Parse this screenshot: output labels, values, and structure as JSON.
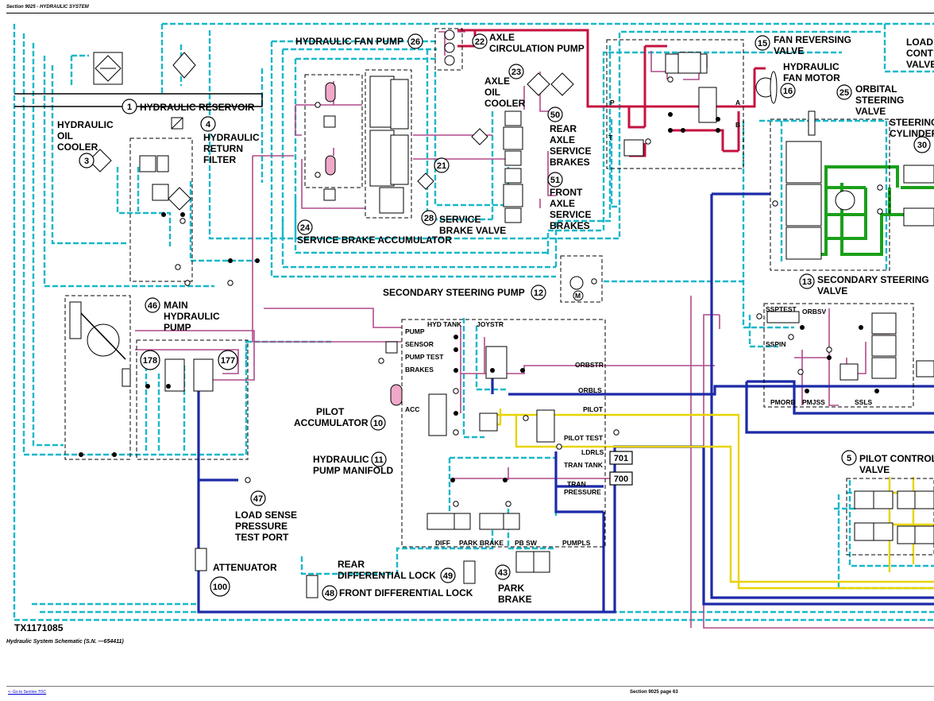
{
  "header": {
    "section_title": "Section 9025 - HYDRAULIC SYSTEM"
  },
  "footer": {
    "toc_link": "<- Go to Section TOC",
    "page_label": "Section 9025 page 63"
  },
  "figure": {
    "id": "TX1171085",
    "caption": "Hydraulic System Schematic (S.N. —654411)"
  },
  "colors": {
    "pilot": "#19b8c9",
    "load_sense": "#b04a8a",
    "pressure_red": "#c4133f",
    "steering_green": "#1aa01a",
    "return_blue": "#1c2aa8",
    "pilot_yellow": "#e8d400"
  },
  "labels": {
    "load_cont_1": "LOAD",
    "load_cont_2": "CONT",
    "load_cont_3": "VALVE",
    "fan_pump": "HYDRAULIC FAN PUMP",
    "fan_pump_num": "26",
    "circ_pump_1": "AXLE",
    "circ_pump_2": "CIRCULATION PUMP",
    "circ_pump_num": "22",
    "fan_rev_1": "FAN REVERSING",
    "fan_rev_2": "VALVE",
    "fan_rev_num": "15",
    "fan_motor_1": "HYDRAULIC",
    "fan_motor_2": "FAN MOTOR",
    "fan_motor_num": "16",
    "reservoir": "HYDRAULIC RESERVOIR",
    "reservoir_num": "1",
    "oil_cooler_1": "HYDRAULIC",
    "oil_cooler_2": "OIL",
    "oil_cooler_3": "COOLER",
    "oil_cooler_num": "3",
    "return_filter_1": "HYDRAULIC",
    "return_filter_2": "RETURN",
    "return_filter_3": "FILTER",
    "return_filter_num": "4",
    "axle_cooler_1": "AXLE",
    "axle_cooler_2": "OIL",
    "axle_cooler_3": "COOLER",
    "axle_cooler_num": "23",
    "rear_brakes_1": "REAR",
    "rear_brakes_2": "AXLE",
    "rear_brakes_3": "SERVICE",
    "rear_brakes_4": "BRAKES",
    "rear_brakes_num": "50",
    "front_brakes_1": "FRONT",
    "front_brakes_2": "AXLE",
    "front_brakes_3": "SERVICE",
    "front_brakes_4": "BRAKES",
    "front_brakes_num": "51",
    "num_21": "21",
    "orbital_1": "ORBITAL",
    "orbital_2": "STEERING",
    "orbital_3": "VALVE",
    "orbital_num": "25",
    "steer_cyl_1": "STEERING",
    "steer_cyl_2": "CYLINDER",
    "steer_cyl_num": "30",
    "brake_valve_1": "SERVICE",
    "brake_valve_2": "BRAKE VALVE",
    "brake_valve_num": "28",
    "accumulator": "SERVICE BRAKE ACCUMULATOR",
    "accumulator_num": "24",
    "sec_pump": "SECONDARY STEERING PUMP",
    "sec_pump_num": "12",
    "sec_valve_1": "SECONDARY STEERING",
    "sec_valve_2": "VALVE",
    "sec_valve_num": "13",
    "main_pump_1": "MAIN",
    "main_pump_2": "HYDRAULIC",
    "main_pump_3": "PUMP",
    "main_pump_num": "46",
    "num_178": "178",
    "num_177": "177",
    "pilot_acc_1": "PILOT",
    "pilot_acc_2": "ACCUMULATOR",
    "pilot_acc_num": "10",
    "manifold_1": "HYDRAULIC",
    "manifold_2": "PUMP MANIFOLD",
    "manifold_num": "11",
    "load_sense_1": "LOAD SENSE",
    "load_sense_2": "PRESSURE",
    "load_sense_3": "TEST PORT",
    "load_sense_num": "47",
    "attenuator": "ATTENUATOR",
    "attenuator_num": "100",
    "rear_diff_1": "REAR",
    "rear_diff_2": "DIFFERENTIAL LOCK",
    "rear_diff_num": "49",
    "front_diff": "FRONT DIFFERENTIAL LOCK",
    "front_diff_num": "48",
    "park_brake_1": "PARK",
    "park_brake_2": "BRAKE",
    "park_brake_num": "43",
    "pilot_ctrl_1": "PILOT CONTROL",
    "pilot_ctrl_2": "VALVE",
    "pilot_ctrl_num": "5",
    "box_701": "701",
    "box_700": "700"
  },
  "ports": {
    "p": "P",
    "t": "T",
    "a": "A",
    "b": "B",
    "m": "M",
    "hyd_tank": "HYD TANK",
    "joystr": "JOYSTR",
    "pump": "PUMP",
    "sensor": "SENSOR",
    "pump_test": "PUMP TEST",
    "brakes": "BRAKES",
    "acc": "ACC",
    "orbstr": "ORBSTR",
    "orbls": "ORBLS",
    "pilot": "PILOT",
    "pilot_test": "PILOT TEST",
    "ldrls": "LDRLS",
    "tran_tank": "TRAN TANK",
    "tran_1": "TRAN",
    "tran_2": "PRESSURE",
    "diff": "DIFF",
    "park_brake": "PARK BRAKE",
    "pb_sw": "PB SW",
    "pumpls": "PUMPLS",
    "ssptest": "SSPTEST",
    "orbsv": "ORBSV",
    "sspin": "SSPIN",
    "pmorb": "PMORB",
    "pmjss": "PMJSS",
    "ssls": "SSLS"
  }
}
